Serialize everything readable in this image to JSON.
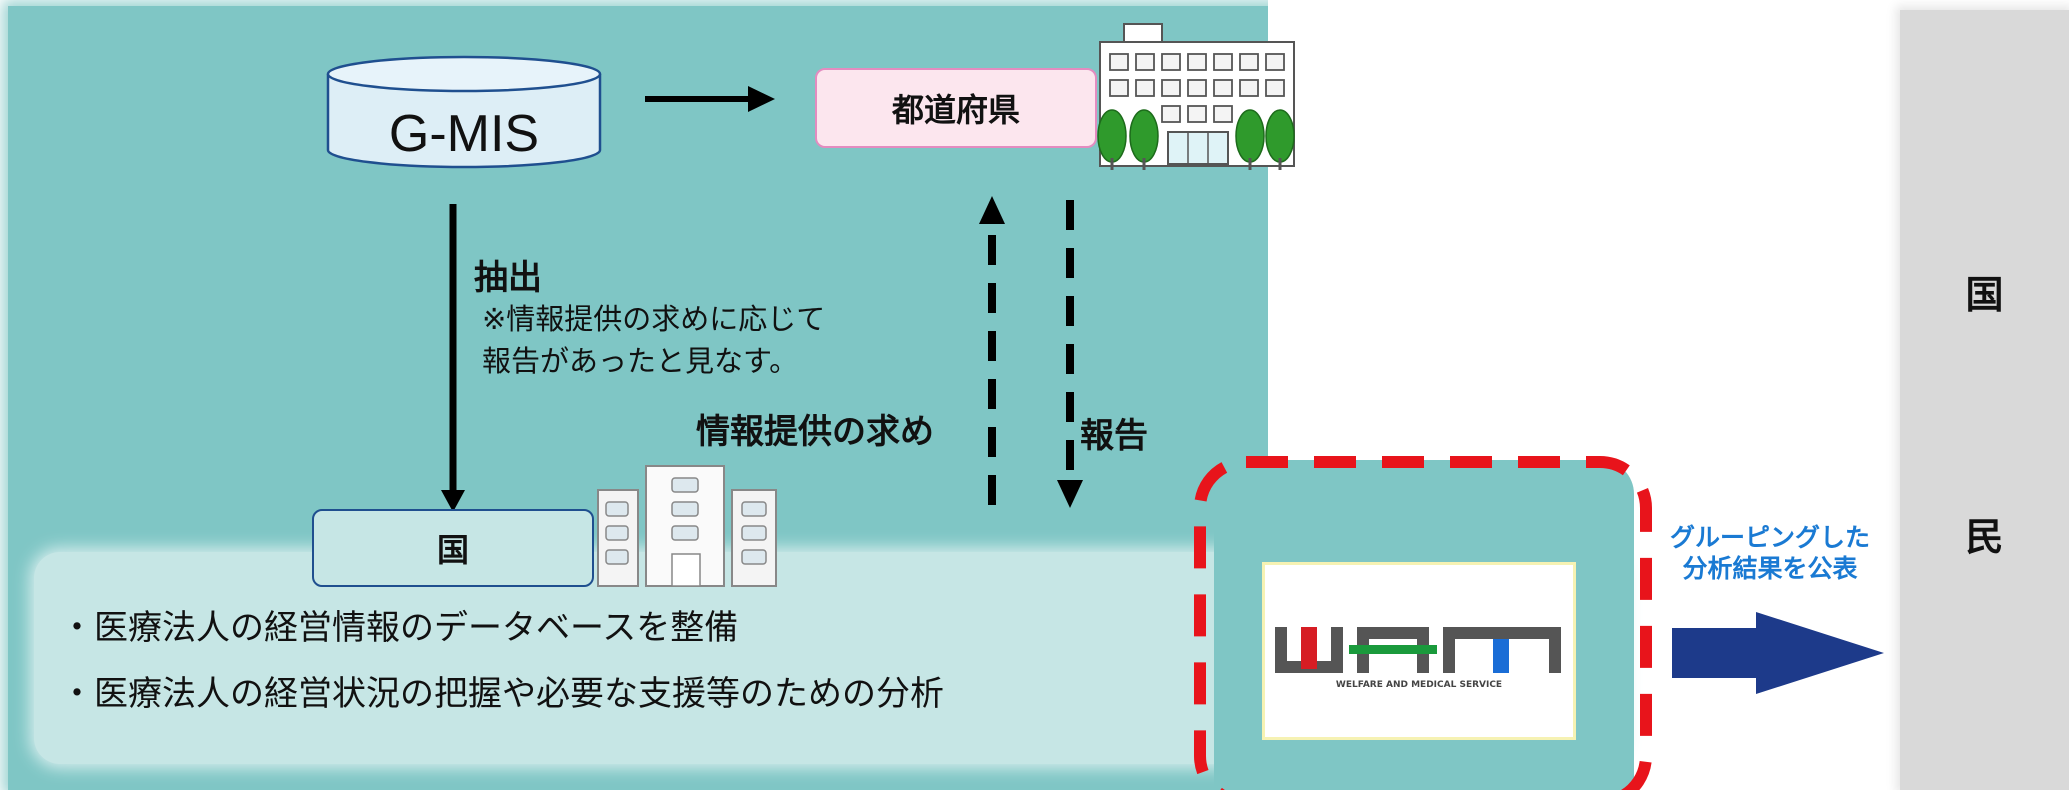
{
  "database": {
    "label": "G-MIS"
  },
  "prefecture": {
    "label": "都道府県"
  },
  "country_box": {
    "label": "国"
  },
  "extract": {
    "label": "抽出",
    "note_line1": "※情報提供の求めに応じて",
    "note_line2": "報告があったと見なす。"
  },
  "arrows": {
    "request_label": "情報提供の求め",
    "report_label": "報告"
  },
  "bullets": [
    "・医療法人の経営情報のデータベースを整備",
    "・医療法人の経営状況の把握や必要な支援等のための分析"
  ],
  "wam": {
    "logo_text": "WAM",
    "logo_subtitle": "WELFARE AND MEDICAL SERVICE",
    "caption_line1": "グルーピングした",
    "caption_line2": "分析結果を公表"
  },
  "public": {
    "char1": "国",
    "char2": "民"
  },
  "colors": {
    "teal_panel": "#7fc6c5",
    "light_panel": "#c6e6e5",
    "dashed_highlight": "#e8141b",
    "publish_arrow": "#1d3a8a",
    "caption_blue": "#1a7ad3",
    "pref_fill": "#fce6ee",
    "pref_border": "#e38cc0",
    "public_bar": "#d9d9d9"
  }
}
